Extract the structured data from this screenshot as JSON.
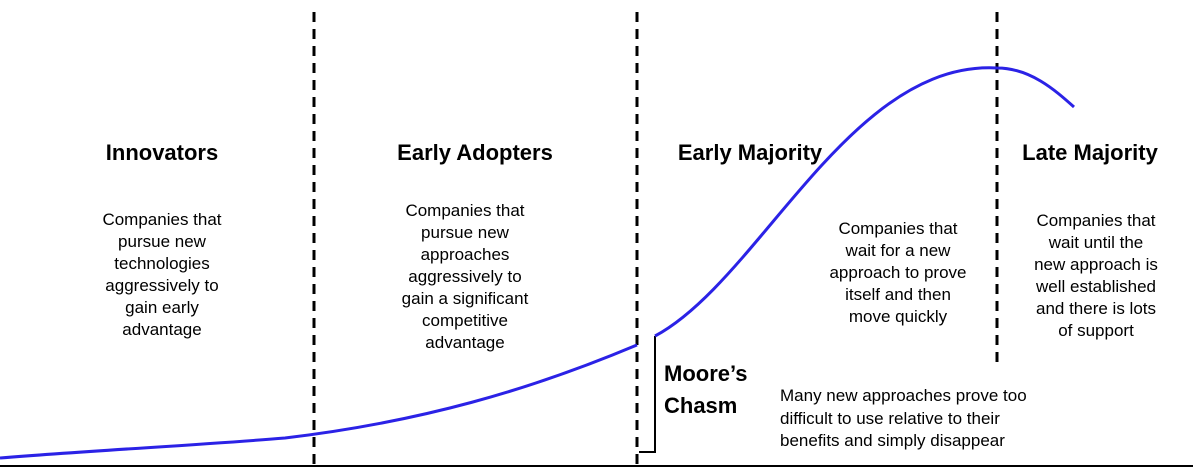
{
  "segments": [
    {
      "heading": "Innovators",
      "description": "Companies that\npursue new\ntechnologies\naggressively to\ngain early\nadvantage"
    },
    {
      "heading": "Early Adopters",
      "description": "Companies that\npursue new\napproaches\naggressively to\ngain a significant\ncompetitive\nadvantage"
    },
    {
      "heading": "Early Majority",
      "description": "Companies that\nwait for a new\napproach to prove\nitself and then\nmove quickly"
    },
    {
      "heading": "Late Majority",
      "description": "Companies that\nwait until the\nnew approach is\nwell established\nand there is lots\nof support"
    }
  ],
  "chasm": {
    "label": "Moore’s\nChasm",
    "note": "Many new approaches prove too\ndifficult to use relative to their\nbenefits and simply disappear"
  },
  "colors": {
    "curve": "#2b22e6",
    "dividers": "#000000",
    "baseline": "#000000"
  }
}
